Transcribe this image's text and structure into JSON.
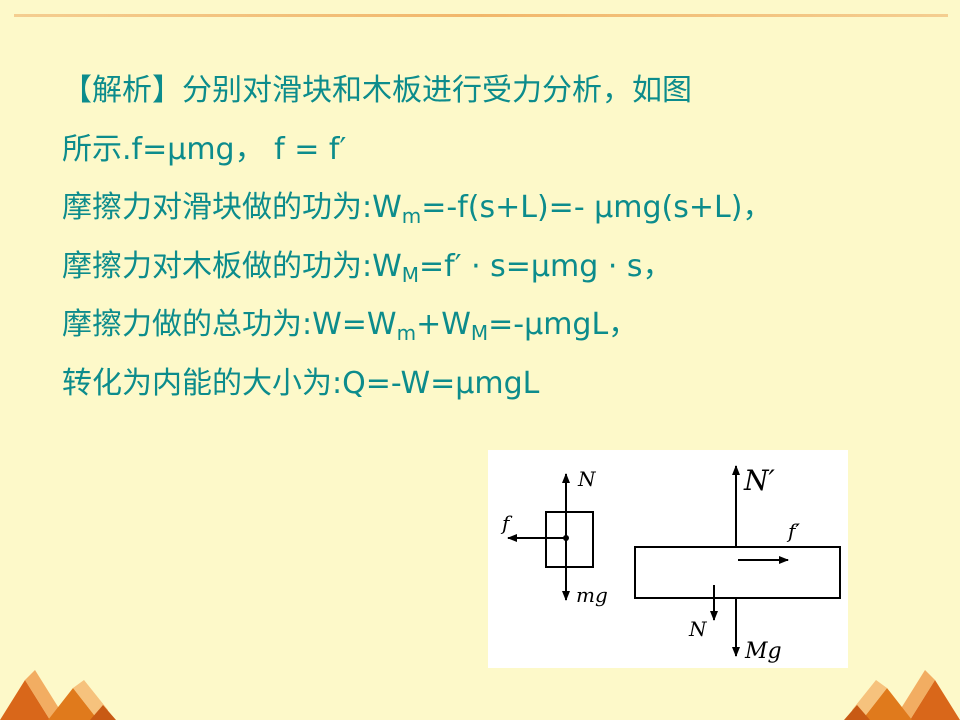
{
  "analysis": {
    "line1": "【解析】分别对滑块和木板进行受力分析，如图",
    "line2": "所示.f=μmg， f = f′",
    "line3": {
      "prefix": "摩擦力对滑块做的功为:W",
      "sub": "m",
      "suffix": "=-f(s+L)=- μmg(s+L)，"
    },
    "line4": {
      "prefix": "摩擦力对木板做的功为:W",
      "sub": "M",
      "suffix": "=f′ · s=μmg · s，"
    },
    "line5": {
      "prefix": "摩擦力做的总功为:W=W",
      "sub1": "m",
      "mid": "+W",
      "sub2": "M",
      "suffix": "=-μmgL，"
    },
    "line6": "转化为内能的大小为:Q=-W=μmgL"
  },
  "diagram": {
    "block_labels": {
      "normal": "N",
      "friction": "f",
      "weight": "mg"
    },
    "board_labels": {
      "normal": "N′",
      "friction": "f′",
      "reaction": "N",
      "weight": "Mg"
    }
  },
  "colors": {
    "background": "#fdf9c9",
    "text": "#0c8c8c",
    "accent": "#e07a1c"
  }
}
